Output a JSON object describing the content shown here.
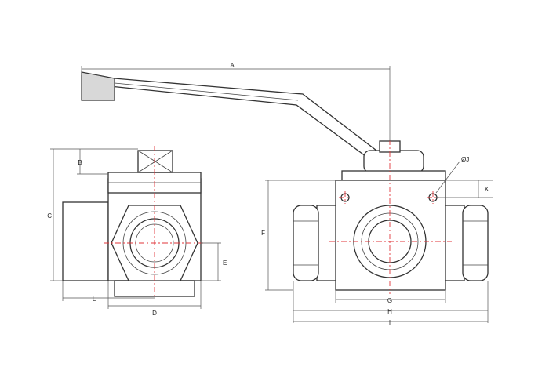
{
  "dimensions": {
    "A": "A",
    "B": "B",
    "C": "C",
    "D": "D",
    "E": "E",
    "F": "F",
    "G": "G",
    "H": "H",
    "I": "I",
    "J": "ØJ",
    "K": "K",
    "L": "L"
  },
  "colors": {
    "outline": "#333333",
    "centerline": "#e0353a",
    "dimension": "#555555",
    "background": "#ffffff"
  }
}
